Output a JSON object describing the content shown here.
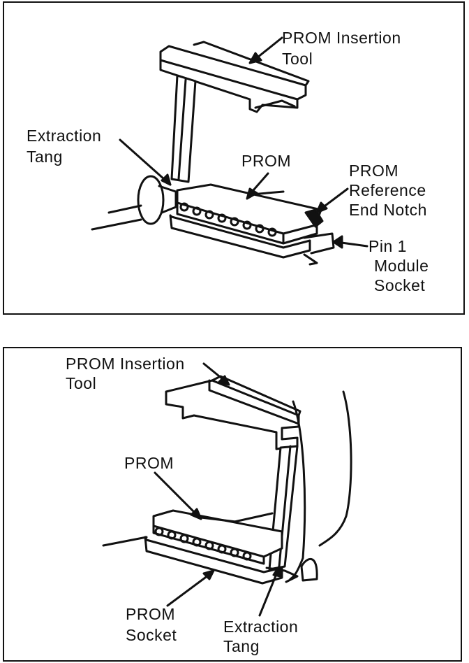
{
  "figure_top": {
    "insertion_tool": [
      "PROM Insertion",
      "Tool"
    ],
    "extraction_tang": [
      "Extraction",
      "Tang"
    ],
    "prom": "PROM",
    "reference_notch": [
      "PROM",
      "Reference",
      "End Notch"
    ],
    "pin1_socket": [
      "Pin 1",
      "Module",
      "Socket"
    ]
  },
  "figure_bottom": {
    "insertion_tool": [
      "PROM Insertion",
      "Tool"
    ],
    "prom": "PROM",
    "prom_socket": [
      "PROM",
      "Socket"
    ],
    "extraction_tang": [
      "Extraction",
      "Tang"
    ]
  }
}
